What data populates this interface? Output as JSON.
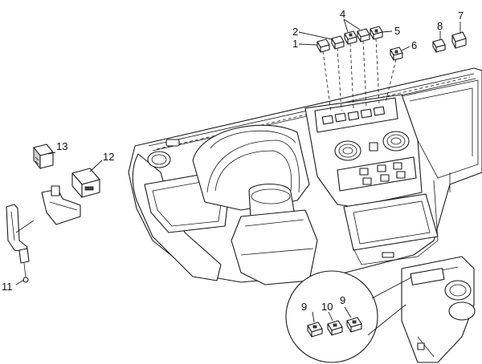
{
  "diagram": {
    "callouts": [
      {
        "id": "c1",
        "label": "1"
      },
      {
        "id": "c2",
        "label": "2"
      },
      {
        "id": "c4",
        "label": "4"
      },
      {
        "id": "c5",
        "label": "5"
      },
      {
        "id": "c6",
        "label": "6"
      },
      {
        "id": "c7",
        "label": "7"
      },
      {
        "id": "c8",
        "label": "8"
      },
      {
        "id": "c11",
        "label": "11"
      },
      {
        "id": "c12",
        "label": "12"
      },
      {
        "id": "c13",
        "label": "13"
      },
      {
        "id": "c9a",
        "label": "9"
      },
      {
        "id": "c10",
        "label": "10"
      },
      {
        "id": "c9b",
        "label": "9"
      }
    ]
  }
}
